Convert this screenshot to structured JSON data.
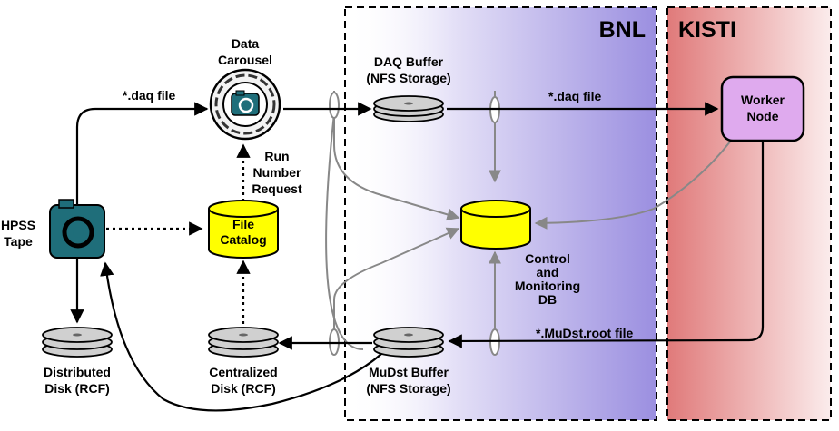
{
  "regions": {
    "bnl": "BNL",
    "kisti": "KISTI"
  },
  "colors": {
    "bnl_fill": "#9b8fe0",
    "kisti_fill": "#e07a7a",
    "catalog_fill": "#ffff00",
    "worker_fill": "#dfaaee",
    "disk_fill": "#d0d0d0",
    "tape_fill": "#1f6e7a",
    "gray_line": "#888888"
  },
  "nodes": {
    "carousel": {
      "line1": "Data",
      "line2": "Carousel"
    },
    "daq_buffer": {
      "line1": "DAQ Buffer",
      "line2": "(NFS Storage)"
    },
    "worker": {
      "line1": "Worker",
      "line2": "Node"
    },
    "hpss": {
      "line1": "HPSS",
      "line2": "Tape"
    },
    "file_catalog": {
      "line1": "File",
      "line2": "Catalog"
    },
    "control_db": {
      "line1": "Control",
      "line2": "and",
      "line3": "Monitoring",
      "line4": "DB"
    },
    "distributed_disk": {
      "line1": "Distributed",
      "line2": "Disk (RCF)"
    },
    "centralized_disk": {
      "line1": "Centralized",
      "line2": "Disk (RCF)"
    },
    "mudst_buffer": {
      "line1": "MuDst Buffer",
      "line2": "(NFS Storage)"
    }
  },
  "edges": {
    "hpss_to_carousel": "*.daq file",
    "daq_to_worker": "*.daq file",
    "run_number_line1": "Run",
    "run_number_line2": "Number",
    "run_number_line3": "Request",
    "worker_to_mudst": "*.MuDst.root file"
  }
}
